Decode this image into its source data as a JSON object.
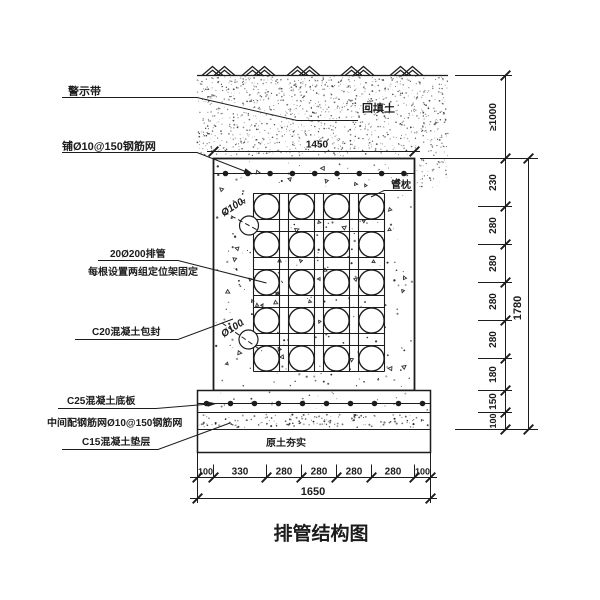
{
  "title": "排管结构图",
  "annotations": {
    "warning_tape": "警示带",
    "top_mesh": "铺Ø10@150钢筋网",
    "pipes_line1": "20Ø200排管",
    "pipes_line2": "每根设置两组定位架固定",
    "encasement": "C20混凝土包封",
    "slab_line1": "C25混凝土底板",
    "slab_line2": "中间配钢筋网Ø10@150钢筋网",
    "cushion": "C15混凝土垫层",
    "backfill": "回填土",
    "pipe_cradle": "管枕",
    "compacted_soil": "原土夯实",
    "drain_pipe_top": "Ø100",
    "drain_pipe_bottom": "Ø100"
  },
  "dimensions": {
    "top_width": "1450",
    "bottom_segments": [
      "100",
      "330",
      "280",
      "280",
      "280",
      "280",
      "100"
    ],
    "bottom_total": "1650",
    "right_top_cover": "≥1000",
    "right_segments": [
      "230",
      "280",
      "280",
      "280",
      "280",
      "180",
      "150",
      "100"
    ],
    "right_total": "1780"
  },
  "structure": {
    "pipe_rows": 5,
    "pipe_cols": 4
  },
  "colors": {
    "line": "#1c1c1c",
    "background": "#ffffff"
  }
}
